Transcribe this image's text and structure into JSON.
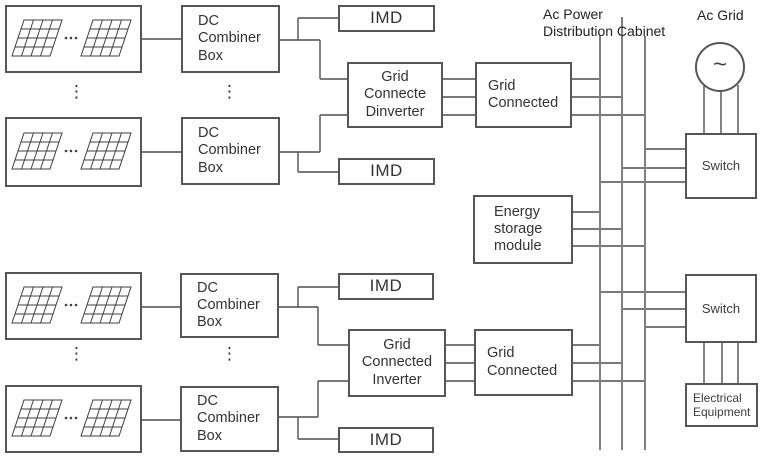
{
  "header_labels": {
    "ac_power_cabinet": "Ac Power\nDistribution Cabinet",
    "ac_grid": "Ac Grid"
  },
  "nodes": {
    "dc_combiner_box": "DC\nCombiner\nBox",
    "imd": "IMD",
    "inverter_top": "Grid\nConnecte\nDinverter",
    "inverter_bottom": "Grid\nConnected\nInverter",
    "grid_connected": "Grid\nConnected",
    "energy_storage_module": "Energy\nstorage\nmodule",
    "switch": "Switch",
    "electrical_equipment": "Electrical\nEquipment",
    "ac_source_symbol": "~",
    "vertical_ellipsis": "⋮"
  },
  "icons": {
    "pv_array": "pv-array-icon",
    "ac_source": "ac-source-icon"
  },
  "colors": {
    "wire": "#4f4f4f",
    "bus_wire": "#808080",
    "box_border": "#565656",
    "text": "#333333",
    "background": "#ffffff"
  }
}
